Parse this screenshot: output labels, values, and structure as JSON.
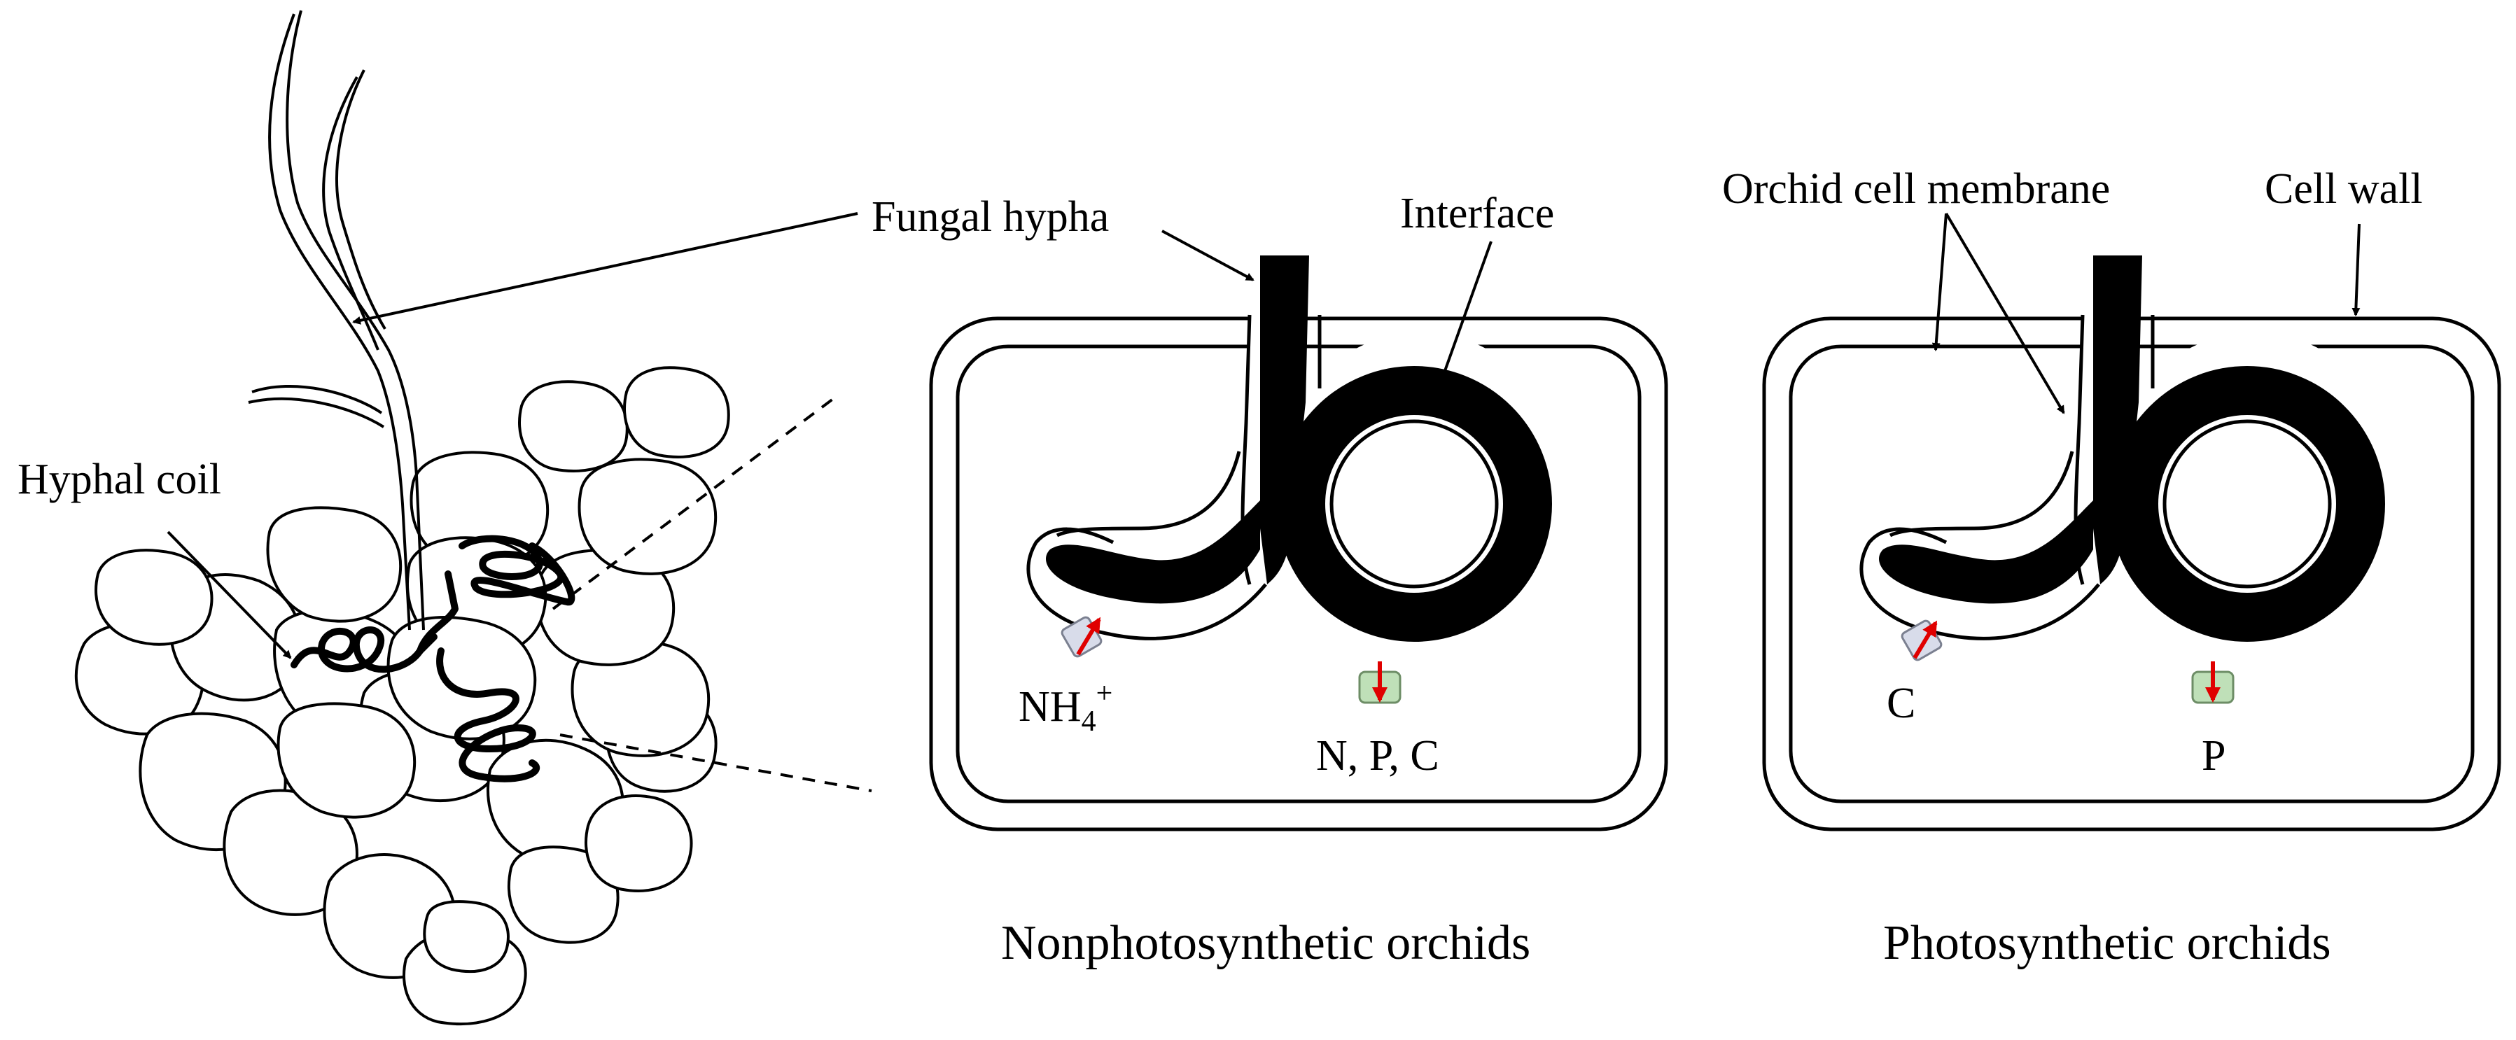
{
  "labels": {
    "fungal_hypha": "Fungal hypha",
    "hyphal_coil": "Hyphal coil",
    "interface": "Interface",
    "orchid_cell_membrane": "Orchid cell membrane",
    "cell_wall": "Cell wall"
  },
  "panels": {
    "nonphotosynthetic": {
      "caption": "Nonphotosynthetic orchids",
      "uptake_label_main": "NH",
      "uptake_label_sub": "4",
      "uptake_label_sup": "+",
      "transfer_label": "N, P, C"
    },
    "photosynthetic": {
      "caption": "Photosynthetic orchids",
      "uptake_label": "C",
      "transfer_label": "P"
    }
  },
  "colors": {
    "outline": "#000000",
    "hypha_fill": "#000000",
    "arrow": "#e00000",
    "transporter_uptake": "#d8dcea",
    "transporter_transfer": "#bfe0b8"
  },
  "icons": [
    "uptake-transporter-icon",
    "transfer-transporter-icon",
    "red-arrow-icon"
  ]
}
